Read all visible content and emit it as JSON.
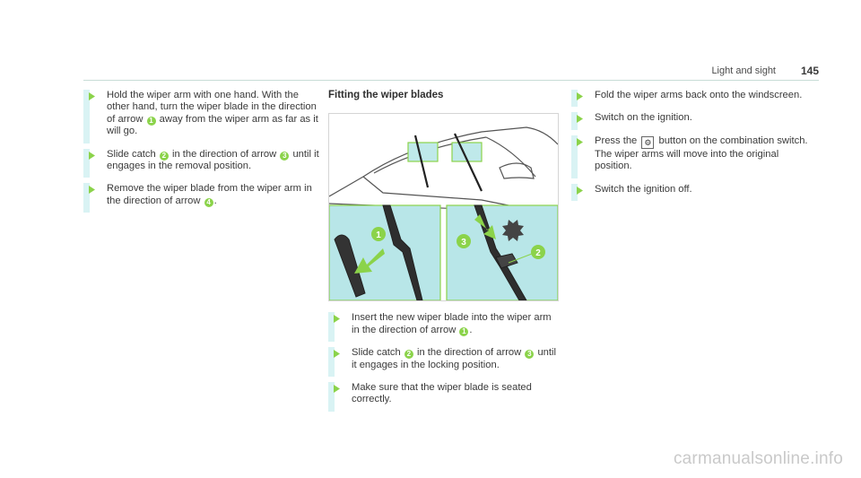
{
  "header": {
    "section_title": "Light and sight",
    "page_number": "145"
  },
  "column1": {
    "steps": [
      {
        "text_a": "Hold the wiper arm with one hand. With the other hand, turn the wiper blade in the direction of arrow ",
        "badge": "1",
        "text_b": " away from the wiper arm as far as it will go."
      },
      {
        "text_a": "Slide catch ",
        "badge1": "2",
        "text_b": " in the direction of arrow ",
        "badge2": "3",
        "text_c": " until it engages in the removal position."
      },
      {
        "text_a": "Remove the wiper blade from the wiper arm in the direction of arrow ",
        "badge": "4",
        "text_b": "."
      }
    ]
  },
  "column2": {
    "figure_title": "Fitting the wiper blades",
    "figure_labels": [
      "1",
      "3",
      "2"
    ],
    "steps": [
      {
        "text_a": "Insert the new wiper blade into the wiper arm in the direction of arrow ",
        "badge": "1",
        "text_b": "."
      },
      {
        "text_a": "Slide catch ",
        "badge1": "2",
        "text_b": " in the direction of arrow ",
        "badge2": "3",
        "text_c": " until it engages in the locking position."
      },
      {
        "text_a": "Make sure that the wiper blade is seated correctly."
      }
    ]
  },
  "column3": {
    "steps": [
      {
        "text_a": "Fold the wiper arms back onto the windscreen."
      },
      {
        "text_a": "Switch on the ignition."
      },
      {
        "text_a": "Press the ",
        "key_icon": "wiper-key-icon",
        "text_b": " button on the combination switch.",
        "text_c": "The wiper arms will move into the original position."
      },
      {
        "text_a": "Switch the ignition off."
      }
    ]
  },
  "colors": {
    "badge": "#8bd34a",
    "bar": "#d9f3f4",
    "figure_bg": "#b8e6e8",
    "figure_arrow": "#8bd34a"
  },
  "watermark": "carmanualsonline.info"
}
